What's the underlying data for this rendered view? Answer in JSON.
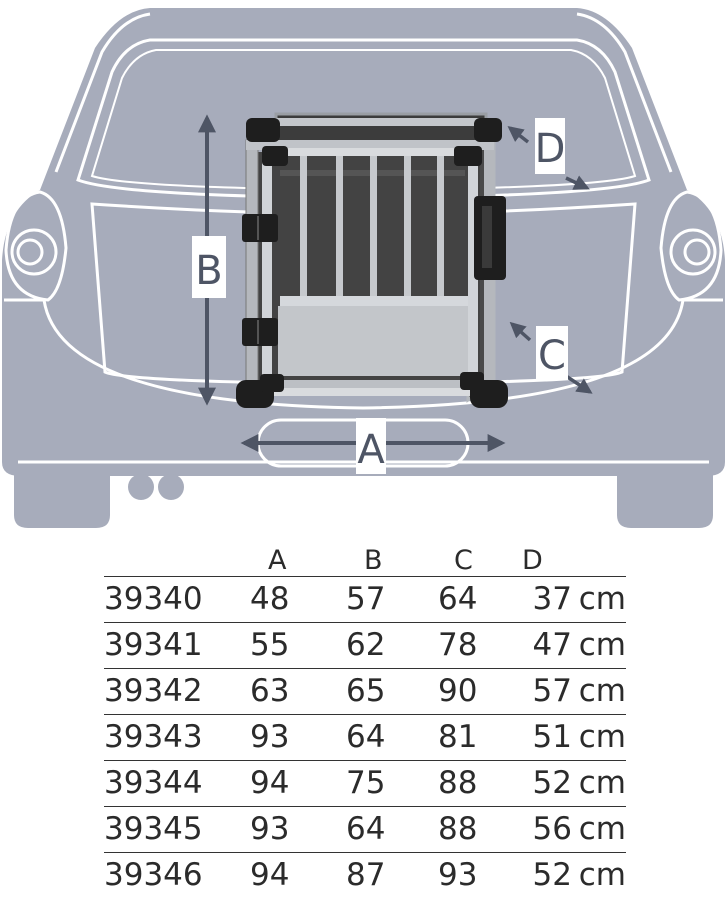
{
  "dimensions": {
    "label_a": "A",
    "label_b": "B",
    "label_c": "C",
    "label_d": "D"
  },
  "colors": {
    "car_body": "#a7acbb",
    "car_outline": "#ffffff",
    "dimension_marker": "#4e5565",
    "crate_frame": "#1e1e1e",
    "crate_bars": "#b9bcc0",
    "crate_interior": "#3f3f3f"
  },
  "table": {
    "headers": [
      "",
      "A",
      "B",
      "C",
      "D",
      ""
    ],
    "rows": [
      {
        "code": "39340",
        "a": "48",
        "b": "57",
        "c": "64",
        "d": "37",
        "unit": "cm"
      },
      {
        "code": "39341",
        "a": "55",
        "b": "62",
        "c": "78",
        "d": "47",
        "unit": "cm"
      },
      {
        "code": "39342",
        "a": "63",
        "b": "65",
        "c": "90",
        "d": "57",
        "unit": "cm"
      },
      {
        "code": "39343",
        "a": "93",
        "b": "64",
        "c": "81",
        "d": "51",
        "unit": "cm"
      },
      {
        "code": "39344",
        "a": "94",
        "b": "75",
        "c": "88",
        "d": "52",
        "unit": "cm"
      },
      {
        "code": "39345",
        "a": "93",
        "b": "64",
        "c": "88",
        "d": "56",
        "unit": "cm"
      },
      {
        "code": "39346",
        "a": "94",
        "b": "87",
        "c": "93",
        "d": "52",
        "unit": "cm"
      }
    ]
  }
}
